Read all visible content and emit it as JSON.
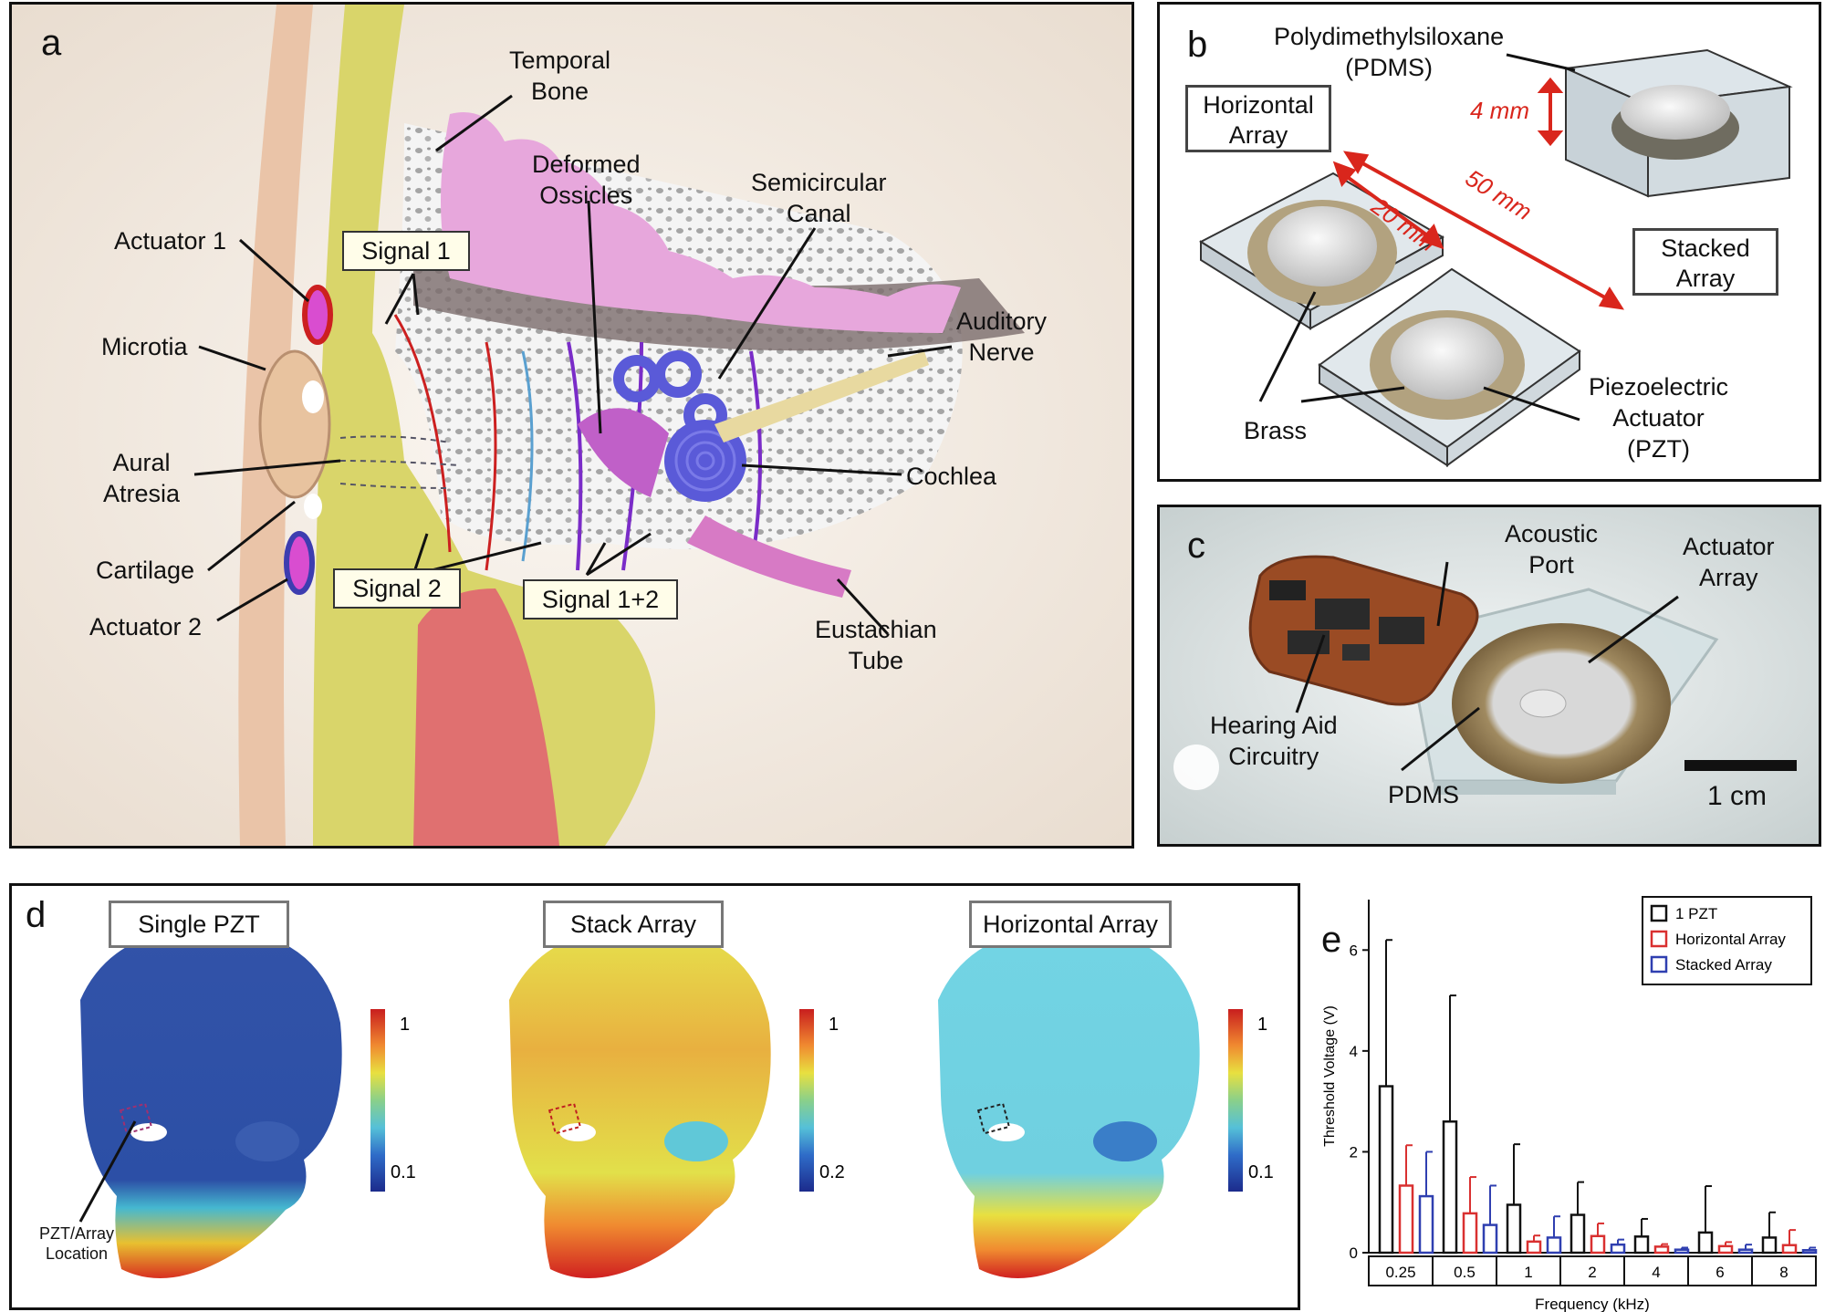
{
  "panel_a": {
    "letter": "a",
    "labels": {
      "temporal_bone": [
        "Temporal",
        "Bone"
      ],
      "deformed_ossicles": [
        "Deformed",
        "Ossicles"
      ],
      "semicircular_canal": [
        "Semicircular",
        "Canal"
      ],
      "actuator1": "Actuator 1",
      "microtia": "Microtia",
      "auditory_nerve": [
        "Auditory",
        "Nerve"
      ],
      "aural_atresia": [
        "Aural",
        "Atresia"
      ],
      "cochlea": "Cochlea",
      "cartilage": "Cartilage",
      "actuator2": "Actuator 2",
      "eustachian_tube": [
        "Eustachian",
        "Tube"
      ]
    },
    "signals": {
      "s1": "Signal 1",
      "s2": "Signal 2",
      "s12": "Signal 1+2"
    }
  },
  "panel_b": {
    "letter": "b",
    "pdms": [
      "Polydimethylsiloxane",
      "(PDMS)"
    ],
    "horizontal": [
      "Horizontal",
      "Array"
    ],
    "stacked": [
      "Stacked",
      "Array"
    ],
    "dim_4": "4 mm",
    "dim_20": "20 mm",
    "dim_50": "50 mm",
    "brass": "Brass",
    "pzt": [
      "Piezoelectric",
      "Actuator",
      "(PZT)"
    ]
  },
  "panel_c": {
    "letter": "c",
    "acoustic_port": [
      "Acoustic",
      "Port"
    ],
    "actuator_array": [
      "Actuator",
      "Array"
    ],
    "hearing_aid": [
      "Hearing Aid",
      "Circuitry"
    ],
    "pdms": "PDMS",
    "scale": "1 cm"
  },
  "panel_d": {
    "letter": "d",
    "titles": [
      "Single PZT",
      "Stack Array",
      "Horizontal Array"
    ],
    "colorbars": [
      {
        "top": "1",
        "bottom": "0.1"
      },
      {
        "top": "1",
        "bottom": "0.2"
      },
      {
        "top": "1",
        "bottom": "0.1"
      }
    ],
    "location_label": [
      "PZT/Array",
      "Location"
    ],
    "colors": {
      "blue": "#2c4fa6",
      "yellow": "#e2e04a",
      "cyan": "#6fd0e0"
    }
  },
  "chart_data": {
    "type": "bar",
    "letter": "e",
    "xlabel": "Frequency (kHz)",
    "ylabel": "Threshold Voltage (V)",
    "ylim": [
      0,
      7
    ],
    "yticks": [
      0,
      2,
      4,
      6
    ],
    "categories": [
      "0.25",
      "0.5",
      "1",
      "2",
      "4",
      "6",
      "8"
    ],
    "legend_position": "top-right",
    "series": [
      {
        "name": "1 PZT",
        "color": "#111111",
        "values": [
          3.3,
          2.6,
          0.95,
          0.75,
          0.32,
          0.4,
          0.3
        ],
        "errors": [
          2.9,
          2.5,
          1.2,
          0.65,
          0.35,
          0.92,
          0.5
        ]
      },
      {
        "name": "Horizontal Array",
        "color": "#d93030",
        "values": [
          1.33,
          0.78,
          0.22,
          0.33,
          0.12,
          0.13,
          0.15
        ],
        "errors": [
          0.8,
          0.72,
          0.12,
          0.25,
          0.05,
          0.08,
          0.3
        ]
      },
      {
        "name": "Stacked Array",
        "color": "#2f3fb0",
        "values": [
          1.12,
          0.55,
          0.3,
          0.16,
          0.06,
          0.06,
          0.05
        ],
        "errors": [
          0.88,
          0.78,
          0.42,
          0.1,
          0.04,
          0.1,
          0.05
        ]
      }
    ]
  }
}
